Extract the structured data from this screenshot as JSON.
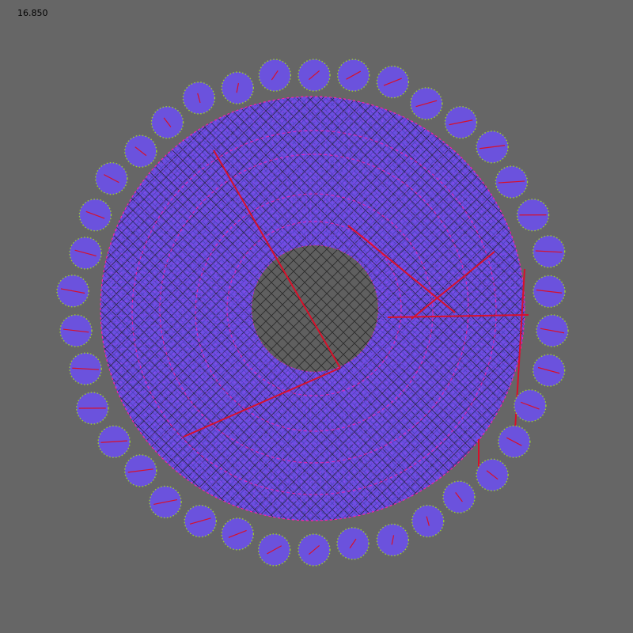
{
  "readout": {
    "value": "16.850"
  },
  "colors": {
    "background": "#666666",
    "mesh_fill": "#6a4fe0",
    "mesh_hatch": "#1a1a1a",
    "edge_pink": "#ff1fa8",
    "edge_red": "#d8102a",
    "node_fill": "#6b52dd",
    "node_dot": "#9acd32",
    "hole_fill": "#5f5f5f"
  },
  "scene": {
    "outer_nodes": 38,
    "rings": 4
  }
}
